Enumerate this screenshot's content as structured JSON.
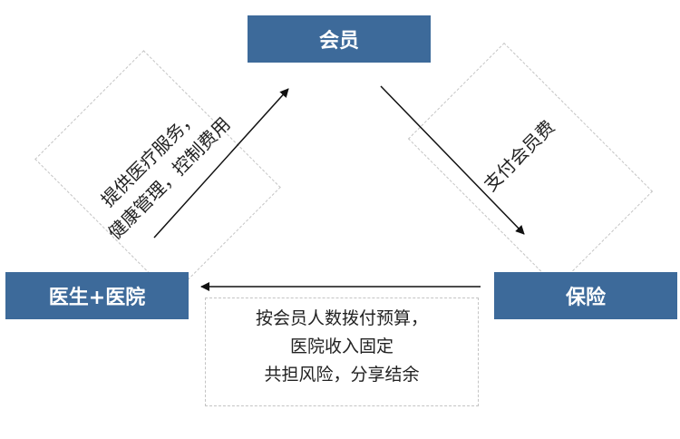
{
  "nodes": {
    "member": "会员",
    "provider": "医生+医院",
    "insurance": "保险"
  },
  "edges": {
    "provider_to_member": [
      "提供医疗服务，",
      "健康管理，控制费用"
    ],
    "member_to_insurance": [
      "支付会员费"
    ],
    "insurance_to_provider": [
      "按会员人数拨付预算，",
      "医院收入固定",
      "共担风险，分享结余"
    ]
  },
  "colors": {
    "node_fill": "#3d6a9a",
    "node_text": "#ffffff",
    "arrow": "#111111",
    "dashed_border": "#c4c4c4"
  }
}
